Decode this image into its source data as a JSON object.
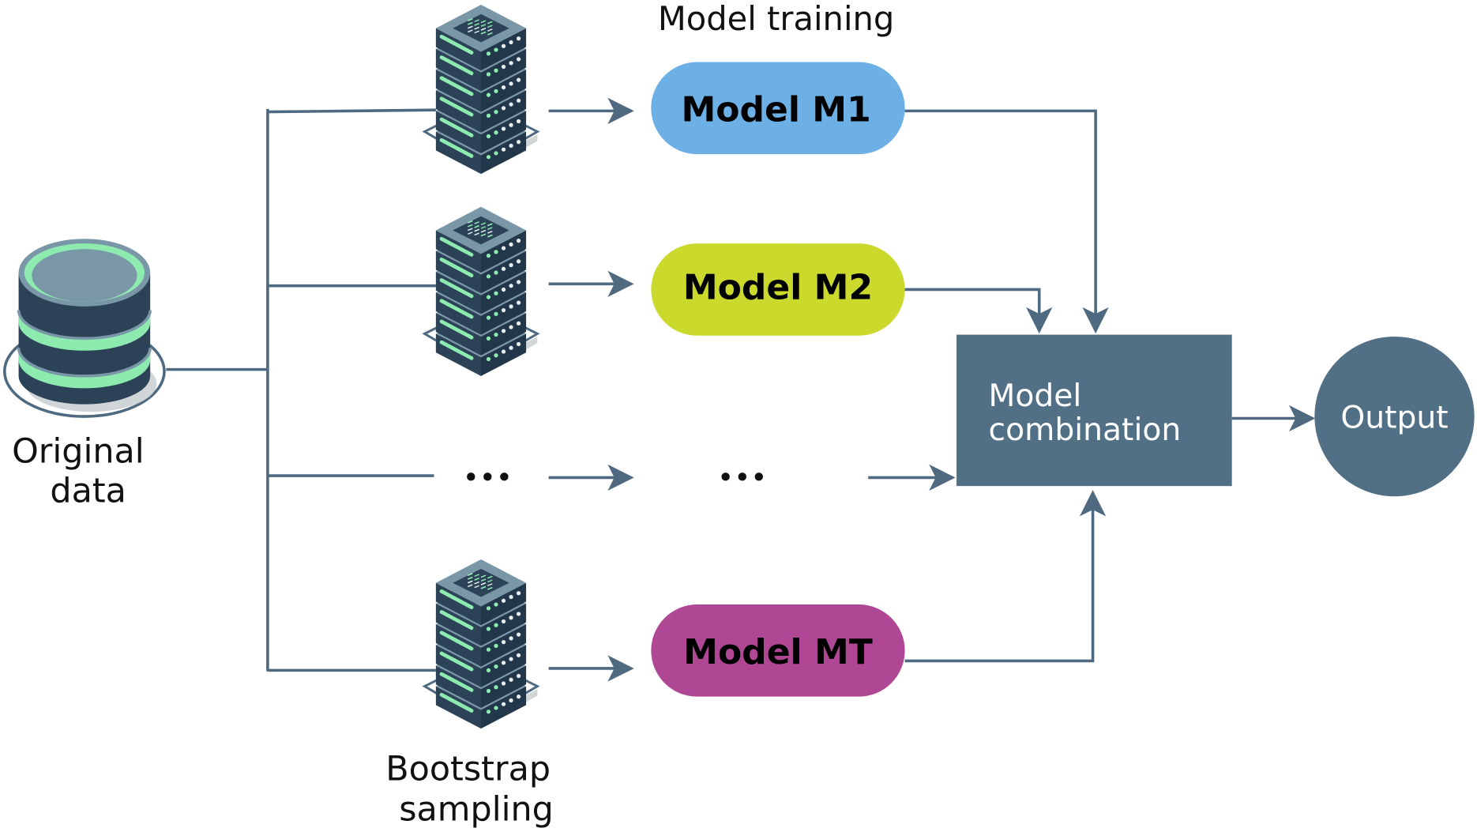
{
  "labels": {
    "original_data": [
      "Original",
      "data"
    ],
    "model_training": "Model training",
    "bootstrap_sampling": [
      "Bootstrap",
      "sampling"
    ],
    "combination": [
      "Model",
      "combination"
    ],
    "output": "Output",
    "ellipsis": "•••"
  },
  "models": [
    {
      "label": "Model M1",
      "color": "#6cb0e6"
    },
    {
      "label": "Model M2",
      "color": "#cbd82c"
    },
    {
      "label": "Model MT",
      "color": "#b04795"
    }
  ],
  "colors": {
    "line": "#4f6a80",
    "combination_box": "#527085",
    "output_circle": "#527085",
    "server_dark": "#2c4257",
    "server_light": "#7a97a8",
    "accent_green": "#8debb0"
  },
  "icons": [
    "database-icon",
    "server-stack-icon"
  ]
}
